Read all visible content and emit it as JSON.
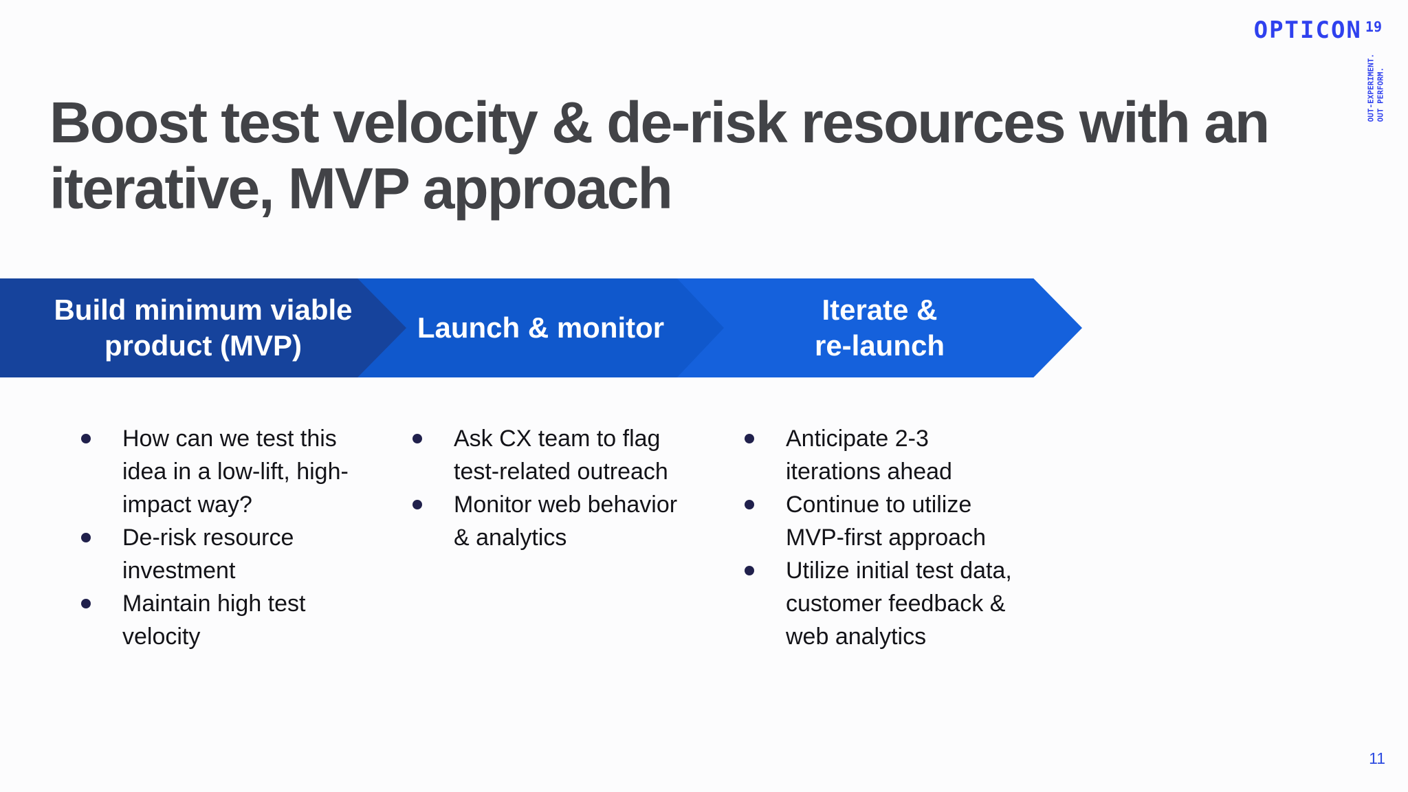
{
  "slide": {
    "title_line1": "Boost test velocity & de-risk resources with an",
    "title_line2": "iterative, MVP approach",
    "title_color": "#424347",
    "background_color": "#fcfcfd",
    "page_number": "11"
  },
  "logo": {
    "brand": "OPTICON",
    "year": "19",
    "tagline_line1": "OUT-EXPERIMENT.",
    "tagline_line2": "OUT PERFORM.",
    "color": "#2f41ee"
  },
  "process": {
    "steps": [
      {
        "label_lines": [
          "Build minimum viable",
          "product (MVP)"
        ],
        "color": "#16439c",
        "bullets": [
          "How can we test this idea in a low-lift, high-impact way?",
          "De-risk resource investment",
          "Maintain high test velocity"
        ]
      },
      {
        "label_lines": [
          "Launch & monitor"
        ],
        "color": "#1058cc",
        "bullets": [
          "Ask CX team to flag test-related outreach",
          "Monitor web behavior & analytics"
        ]
      },
      {
        "label_lines": [
          "Iterate &",
          "re-launch"
        ],
        "color": "#1561dc",
        "bullets": [
          "Anticipate 2-3 iterations ahead",
          "Continue to utilize MVP-first approach",
          "Utilize initial test data, customer feedback & web analytics"
        ]
      }
    ]
  }
}
